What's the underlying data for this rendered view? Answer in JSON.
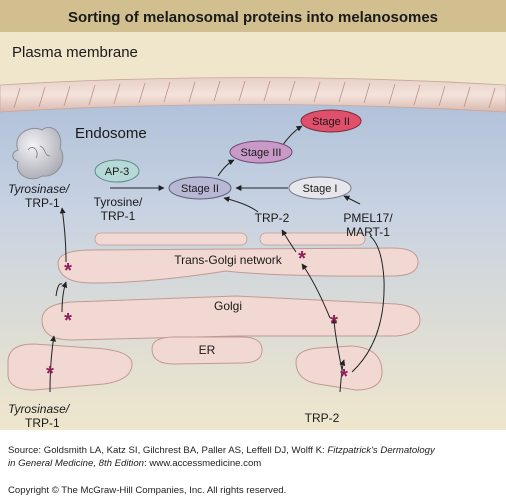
{
  "figure": {
    "title": "Sorting of melanosomal proteins into melanosomes",
    "plasma_membrane_label": "Plasma membrane",
    "endosome_label": "Endosome",
    "organelles": {
      "trans_golgi": "Trans-Golgi network",
      "golgi": "Golgi",
      "er": "ER"
    },
    "stages": {
      "stage_iv": "Stage II",
      "stage_iii": "Stage III",
      "stage_ii": "Stage II",
      "stage_i": "Stage I"
    },
    "ap3_label": "AP-3",
    "labels": {
      "tyrosinase_top_1": "Tyrosinase/",
      "tyrosinase_top_2": "TRP-1",
      "tyrosine_mid_1": "Tyrosine/",
      "tyrosine_mid_2": "TRP-1",
      "trp2_mid": "TRP-2",
      "pmel_1": "PMEL17/",
      "pmel_2": "MART-1",
      "tyrosinase_bottom_1": "Tyrosinase/",
      "tyrosinase_bottom_2": "TRP-1",
      "trp2_bottom": "TRP-2"
    },
    "colors": {
      "panel_bg": "#efe6cc",
      "title_bar": "#d1bf8f",
      "cytoplasm": "#c8d4e3",
      "organelle_fill": "#f2d8d2",
      "organelle_stroke": "#c09a94",
      "star": "#8c1f5b",
      "stage_iv": "#e0506a",
      "stage_iii": "#c99ac8",
      "stage_ii": "#b8b7d4",
      "stage_i": "#e6e6ec",
      "ap3": "#b5d9d6"
    }
  },
  "footer": {
    "source_prefix": "Source: Goldsmith LA, Katz SI, Gilchrest BA, Paller AS, Leffell DJ, Wolff K: ",
    "book_title_line1": "Fitzpatrick's Dermatology",
    "book_title_line2": "in General Medicine, 8th Edition",
    "url_suffix": ": www.accessmedicine.com",
    "copyright": "Copyright © The McGraw-Hill Companies, Inc. All rights reserved."
  }
}
